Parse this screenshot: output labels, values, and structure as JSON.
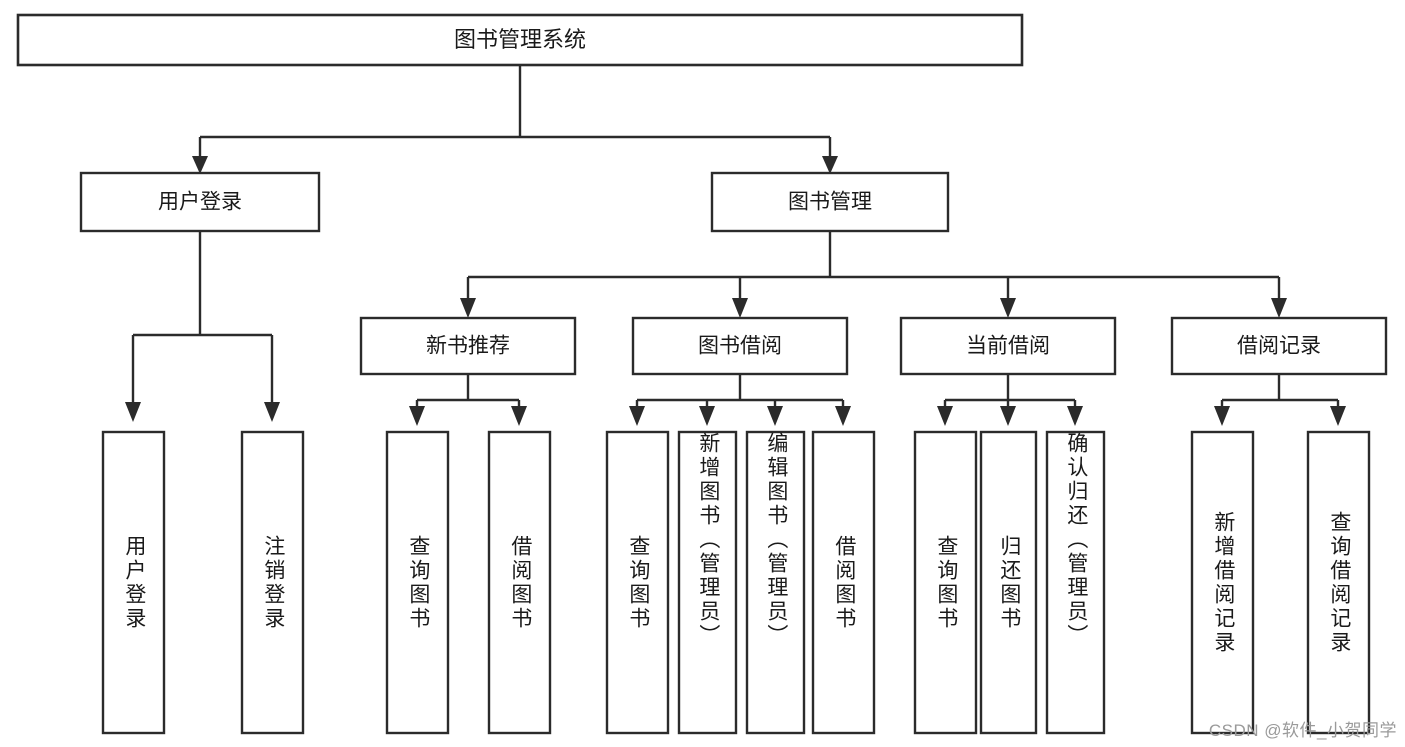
{
  "diagram": {
    "title": "图书管理系统",
    "type": "hierarchy-tree",
    "orientation": "top-down",
    "colors": {
      "background": "#ffffff",
      "box_fill": "#ffffff",
      "box_stroke": "#2b2b2b",
      "text": "#1a1a1a",
      "watermark": "#9a9a9a"
    },
    "root": {
      "label": "图书管理系统"
    },
    "level2": [
      {
        "label": "用户登录"
      },
      {
        "label": "图书管理"
      }
    ],
    "level3": [
      {
        "label": "新书推荐"
      },
      {
        "label": "图书借阅"
      },
      {
        "label": "当前借阅"
      },
      {
        "label": "借阅记录"
      }
    ],
    "leaves": {
      "user_login": [
        {
          "label": "用户登录"
        },
        {
          "label": "注销登录"
        }
      ],
      "new_book": [
        {
          "label": "查询图书"
        },
        {
          "label": "借阅图书"
        }
      ],
      "book_borrow": [
        {
          "label": "查询图书"
        },
        {
          "label": "新增图书（管理员）"
        },
        {
          "label": "编辑图书（管理员）"
        },
        {
          "label": "借阅图书"
        }
      ],
      "current_borrow": [
        {
          "label": "查询图书"
        },
        {
          "label": "归还图书"
        },
        {
          "label": "确认归还（管理员）"
        }
      ],
      "borrow_record": [
        {
          "label": "新增借阅记录"
        },
        {
          "label": "查询借阅记录"
        }
      ]
    }
  },
  "watermark": {
    "text": "CSDN @软件_小贺同学"
  }
}
